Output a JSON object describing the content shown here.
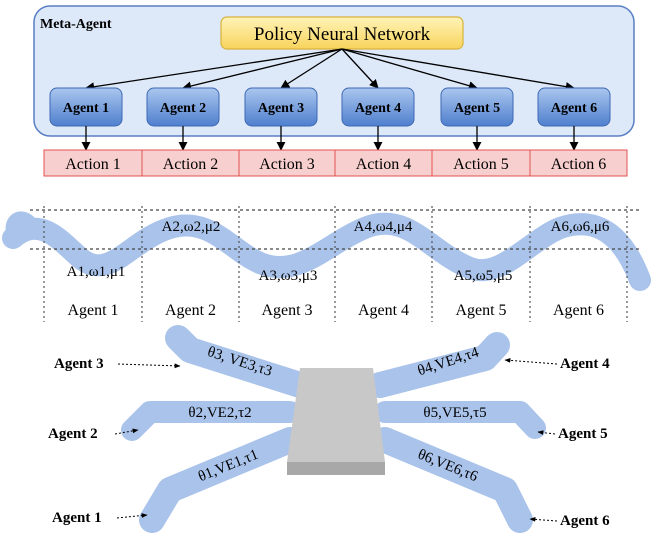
{
  "meta_agent": {
    "title": "Meta-Agent",
    "policy_label": "Policy Neural Network",
    "agents": [
      "Agent 1",
      "Agent 2",
      "Agent 3",
      "Agent 4",
      "Agent 5",
      "Agent 6"
    ],
    "actions": [
      "Action 1",
      "Action 2",
      "Action 3",
      "Action 4",
      "Action 5",
      "Action 6"
    ]
  },
  "wave": {
    "params": [
      "A1,ω1,μ1",
      "A2,ω2,μ2",
      "A3,ω3,μ3",
      "A4,ω4,μ4",
      "A5,ω5,μ5",
      "A6,ω6,μ6"
    ],
    "segment_labels": [
      "Agent 1",
      "Agent 2",
      "Agent 3",
      "Agent 4",
      "Agent 5",
      "Agent 6"
    ]
  },
  "robot": {
    "left_agents": [
      "Agent 3",
      "Agent 2",
      "Agent 1"
    ],
    "right_agents": [
      "Agent 4",
      "Agent 5",
      "Agent 6"
    ],
    "leg_labels": [
      "θ3, VE3,τ3",
      "θ2,VE2,τ2",
      "θ1,VE1,τ1",
      "θ4,VE4,τ4",
      "θ5,VE5,τ5",
      "θ6,VE6,τ6"
    ]
  },
  "colors": {
    "meta_bg": "#dde8f8",
    "meta_border": "#5b7fc4",
    "policy_fill": "#fde68a",
    "agent_fill": "#6f9ad8",
    "action_fill": "#f8cfcf",
    "action_border": "#e05050",
    "limb": "#a9c3eb",
    "body_top": "#c8c8c8",
    "body_side": "#a8a8a8"
  }
}
